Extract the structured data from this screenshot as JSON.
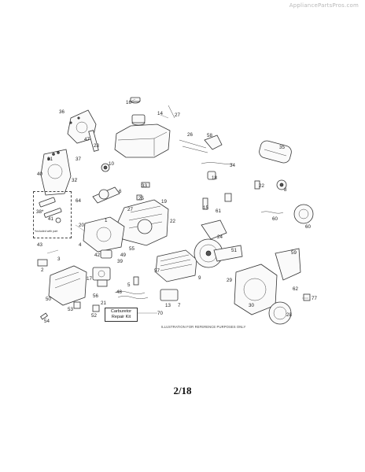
{
  "watermark": "AppliancePartsPros.com",
  "disclaimer": "ILLUSTRATION FOR REFERENCE PURPOSES ONLY",
  "page_number": "2/18",
  "carburetor_kit": {
    "line1": "Carburetor",
    "line2": "Repair Kit"
  },
  "inset_note": "*included with part",
  "callouts": {
    "p1": "1",
    "p2": "2",
    "p3": "3",
    "p4": "4",
    "p5": "5",
    "p6": "6",
    "p7": "7",
    "p8": "8",
    "p9": "9",
    "p10": "10",
    "p13": "13",
    "p14": "14",
    "p15": "15",
    "p16": "16",
    "p17": "17",
    "p18": "18",
    "p19": "19",
    "p20": "20",
    "p21": "21",
    "p22": "22",
    "p23": "23",
    "p24": "24",
    "p25": "25",
    "p26": "26",
    "p27": "27",
    "p27b": "27",
    "p28": "28",
    "p29": "29",
    "p30": "30",
    "p31": "31",
    "p32": "32",
    "p33": "33",
    "p34": "34",
    "p35": "35",
    "p36": "36",
    "p37": "37",
    "p38": "38*",
    "p39": "39",
    "p40": "40",
    "p41": "41",
    "p42": "42",
    "p43": "43",
    "p47": "47",
    "p48": "48",
    "p49": "49",
    "p50": "50",
    "p51": "51",
    "p52": "52",
    "p53": "53",
    "p54": "54",
    "p55": "55",
    "p56": "56",
    "p57": "57",
    "p58": "58",
    "p59": "59",
    "p60": "60",
    "p60b": "60",
    "p61": "61",
    "p62": "62",
    "p64": "64",
    "p70": "70",
    "p77": "77"
  }
}
